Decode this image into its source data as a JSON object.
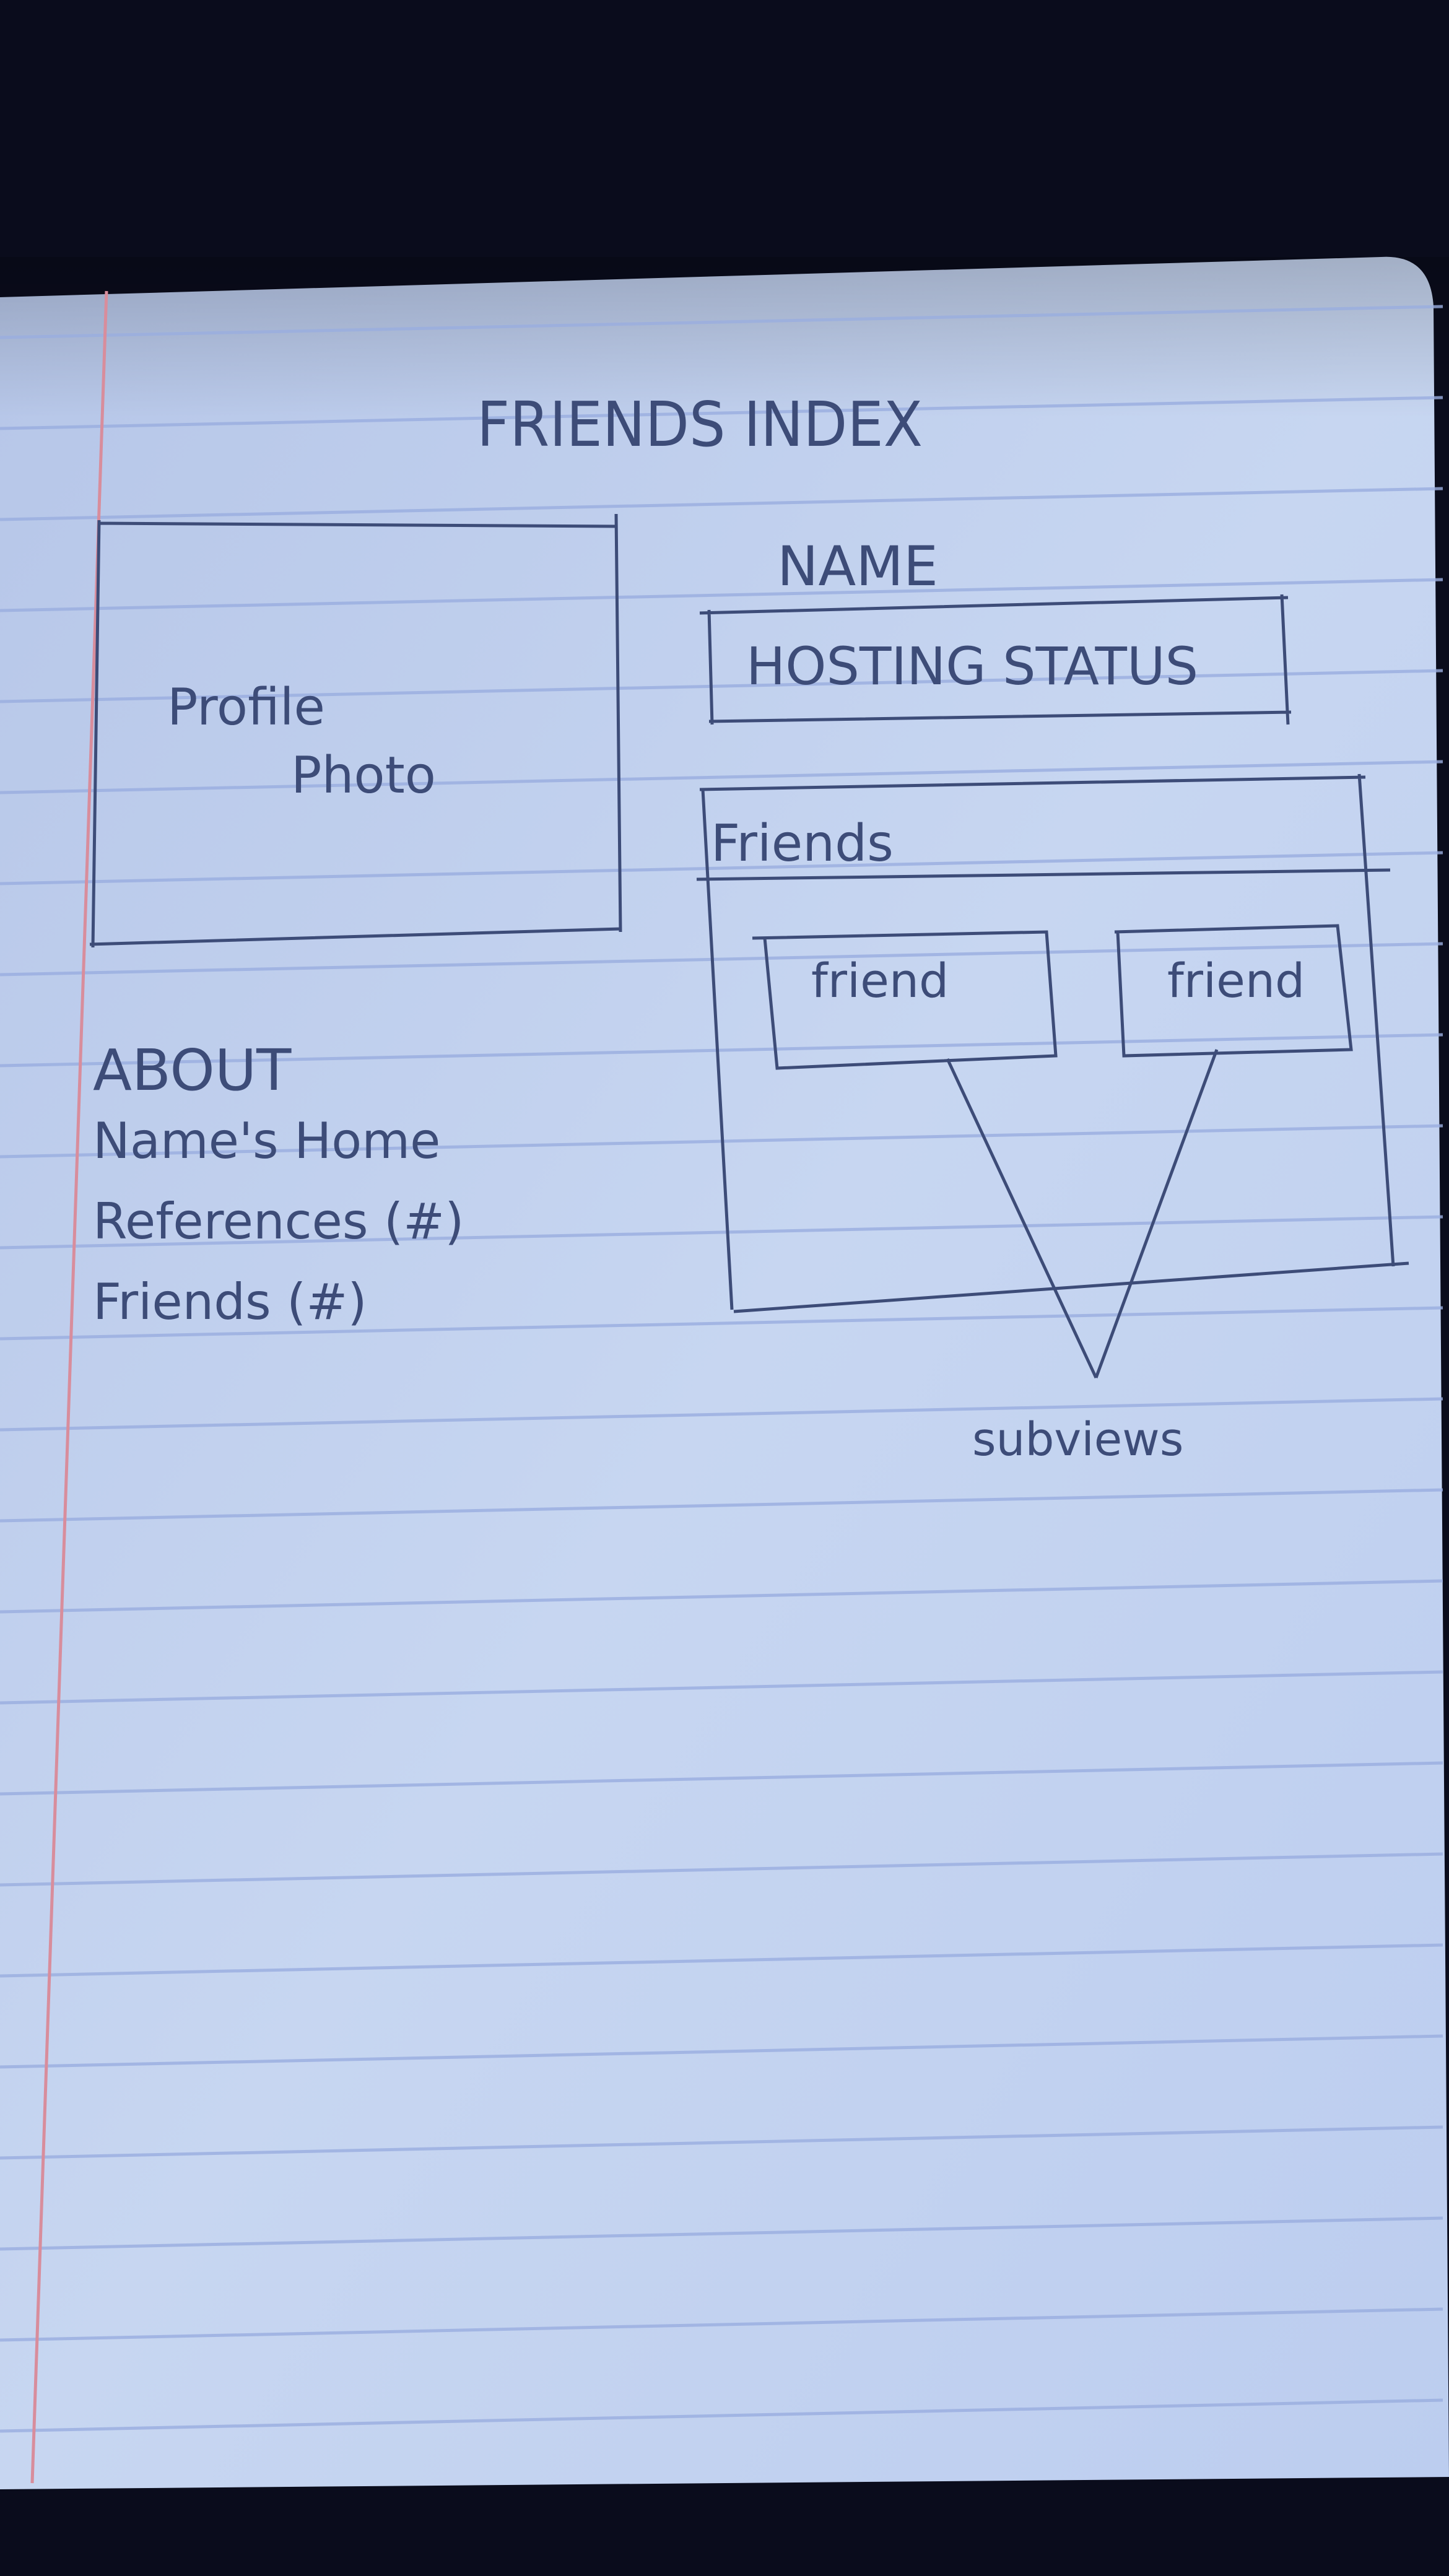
{
  "page": {
    "title": "FRIENDS INDEX"
  },
  "header": {
    "name_label": "NAME",
    "hosting_status_label": "HOSTING STATUS"
  },
  "profile": {
    "photo_label_line1": "Profile",
    "photo_label_line2": "Photo"
  },
  "about": {
    "heading": "ABOUT",
    "items": [
      "Name's Home",
      "References (#)",
      "Friends (#)"
    ]
  },
  "friends_panel": {
    "heading": "Friends",
    "friend_cards": [
      "friend",
      "friend"
    ]
  },
  "annotation": {
    "subviews_label": "subviews"
  },
  "colors": {
    "background": "#0a0c1c",
    "paper": "#c3d2ee",
    "ruled_line": "#9aaee0",
    "margin_line": "#d88d9c",
    "ink": "#3d4c78"
  }
}
